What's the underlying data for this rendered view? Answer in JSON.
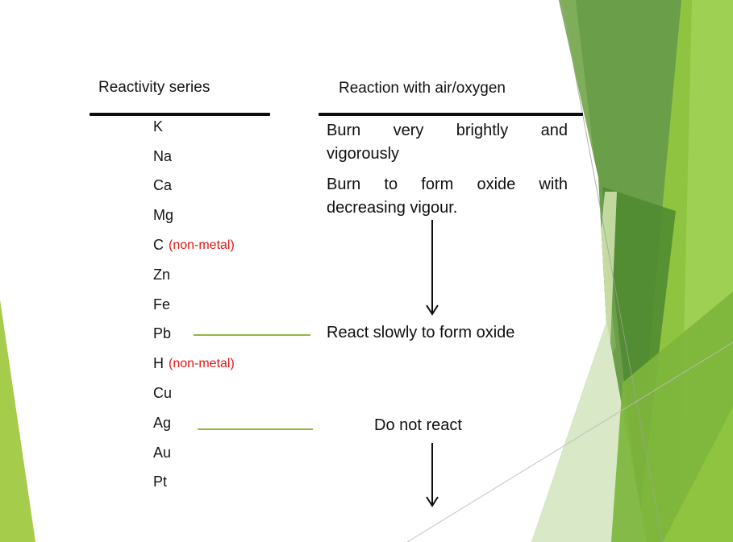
{
  "slide": {
    "left_column": {
      "header": "Reactivity series",
      "elements": [
        {
          "symbol": "K",
          "note": ""
        },
        {
          "symbol": "Na",
          "note": ""
        },
        {
          "symbol": "Ca",
          "note": ""
        },
        {
          "symbol": "Mg",
          "note": ""
        },
        {
          "symbol": "C",
          "note": "(non-metal)"
        },
        {
          "symbol": "Zn",
          "note": ""
        },
        {
          "symbol": "Fe",
          "note": ""
        },
        {
          "symbol": "Pb",
          "note": ""
        },
        {
          "symbol": "H",
          "note": "(non-metal)"
        },
        {
          "symbol": "Cu",
          "note": ""
        },
        {
          "symbol": "Ag",
          "note": ""
        },
        {
          "symbol": "Au",
          "note": ""
        },
        {
          "symbol": "Pt",
          "note": ""
        }
      ]
    },
    "right_column": {
      "header": "Reaction with air/oxygen",
      "block1_line1": "Burn very brightly and",
      "block1_line2": "vigorously",
      "block2_line1": "Burn to form oxide with",
      "block2_line2": "decreasing vigour.",
      "react_slowly": "React slowly to form oxide",
      "do_not_react": "Do not react"
    },
    "colors": {
      "nonmetal_red": "#e81414",
      "divider_green": "#90b83d",
      "theme_green_bright": "#8fc441",
      "theme_green_olive": "#6b9e49",
      "theme_green_dark": "#4e8a30",
      "theme_green_pale": "#d9e8c6"
    }
  }
}
